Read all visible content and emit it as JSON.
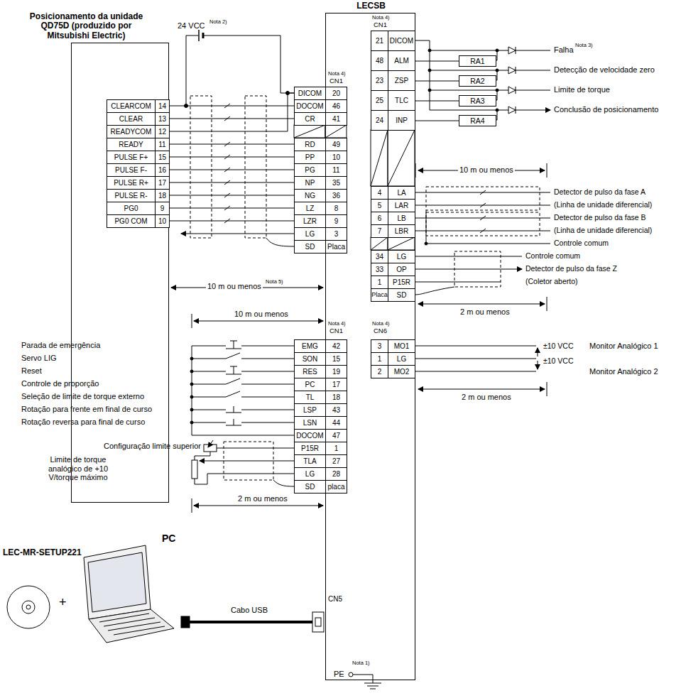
{
  "diagram": {
    "nodes": [
      {
        "text": [
          "Posicionamento da unidade QD75D (produzido por Mitsubishi Electric)"
        ]
      },
      {
        "text": [
          "LECSB"
        ]
      },
      {
        "text": [
          "RA1"
        ],
        "in": 1
      },
      {
        "text": [
          "RA2"
        ],
        "in": 1
      },
      {
        "text": [
          "RA3"
        ],
        "in": 1
      },
      {
        "text": [
          "RA4"
        ],
        "in": 1
      }
    ],
    "edges": [
      {
        "from": 0,
        "to": 1,
        "arrow": "none"
      },
      {
        "from": 0,
        "to": 1,
        "arrow": "none"
      },
      {
        "from": 0,
        "to": 1,
        "arrow": "none"
      },
      {
        "from": 0,
        "to": 1,
        "arrow": "none"
      },
      {
        "from": 0,
        "to": 1,
        "arrow": "none"
      },
      {
        "from": 0,
        "to": 1,
        "arrow": "none"
      },
      {
        "from": 0,
        "to": 1,
        "arrow": "none"
      },
      {
        "from": 0,
        "to": 1,
        "arrow": "none"
      },
      {
        "from": 0,
        "to": 1,
        "arrow": "none"
      },
      {
        "from": 0,
        "to": 1,
        "arrow": "none"
      },
      {
        "from": 1,
        "to": 2,
        "arrow": "none"
      },
      {
        "from": 1,
        "to": 3,
        "arrow": "none"
      },
      {
        "from": 1,
        "to": 4,
        "arrow": "none"
      },
      {
        "from": 1,
        "to": 5,
        "arrow": "none"
      }
    ],
    "labels": [
      "24 VCC",
      "Nota 2)",
      "CLEARCOM",
      "14",
      "CLEAR",
      "13",
      "READYCOM",
      "12",
      "READY",
      "11",
      "PULSE F+",
      "15",
      "PULSE F-",
      "16",
      "PULSE R+",
      "17",
      "PULSE R-",
      "18",
      "PG0",
      "9",
      "PG0 COM",
      "10",
      "Nota 4)",
      "CN1",
      "DICOM",
      "20",
      "DOCOM",
      "46",
      "CR",
      "41",
      "RD",
      "49",
      "PP",
      "10",
      "PG",
      "11",
      "NP",
      "35",
      "NG",
      "36",
      "LZ",
      "8",
      "LZR",
      "9",
      "LG",
      "3",
      "SD",
      "Placa",
      "10 m ou menos",
      "Nota 5)",
      "Nota 4)",
      "CN1",
      "21",
      "DICOM",
      "48",
      "ALM",
      "23",
      "ZSP",
      "25",
      "TLC",
      "24",
      "INP",
      "4",
      "LA",
      "5",
      "LAR",
      "6",
      "LB",
      "7",
      "LBR",
      "34",
      "LG",
      "33",
      "OP",
      "1",
      "P15R",
      "Placa",
      "SD",
      "Falha",
      "Nota 3)",
      "Detecção de velocidade zero",
      "Limite de torque",
      "Conclusão de posicionamento",
      "10 m ou menos",
      "Detector de pulso da fase A",
      "(Linha de unidade diferencial)",
      "Detector de pulso da fase B",
      "(Linha de unidade diferencial)",
      "Controle comum",
      "Controle comum",
      "Detector de pulso da fase Z",
      "(Coletor aberto)",
      "2 m ou menos",
      "10 m ou menos",
      "Nota 4)",
      "CN1",
      "EMG",
      "42",
      "SON",
      "15",
      "RES",
      "19",
      "PC",
      "17",
      "TL",
      "18",
      "LSP",
      "43",
      "LSN",
      "44",
      "DOCOM",
      "47",
      "P15R",
      "1",
      "TLA",
      "27",
      "LG",
      "28",
      "SD",
      "placa",
      "Parada de emergência",
      "Servo LIG",
      "Reset",
      "Controle de proporção",
      "Seleção de limite de torque externo",
      "Rotação para frente em final de curso",
      "Rotação reversa para final de curso",
      "Configuração limite superior",
      "Limite de torque analógico de +10 V/torque máximo",
      "2 m ou menos",
      "Nota 4)",
      "CN6",
      "3",
      "MO1",
      "1",
      "LG",
      "2",
      "MO2",
      "±10 VCC",
      "±10 VCC",
      "Monitor Analógico 1",
      "Monitor Analógico 2",
      "2 m ou menos",
      "PC",
      "LEC-MR-SETUP221",
      "+",
      "Cabo USB",
      "CN5",
      "PE",
      "Nota 1)"
    ]
  }
}
